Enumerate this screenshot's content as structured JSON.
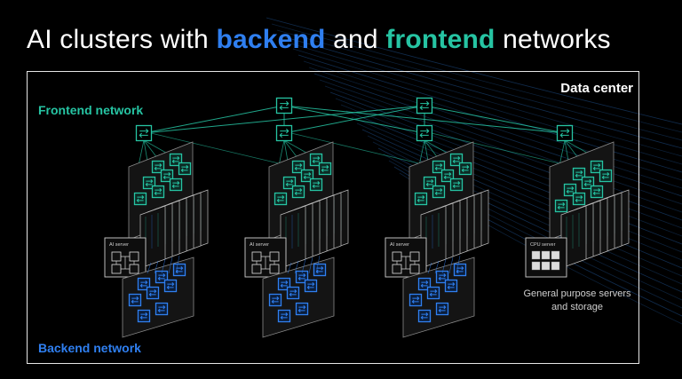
{
  "title": {
    "prefix": "AI clusters with ",
    "backend": "backend",
    "middle": " and ",
    "frontend": "frontend",
    "suffix": " networks"
  },
  "labels": {
    "data_center": "Data center",
    "frontend_network": "Frontend network",
    "backend_network": "Backend network",
    "general_purpose": "General purpose servers and storage"
  },
  "clusters": [
    {
      "type": "ai",
      "server_label": "AI server"
    },
    {
      "type": "ai",
      "server_label": "AI server"
    },
    {
      "type": "ai",
      "server_label": "AI server"
    },
    {
      "type": "cpu",
      "server_label": "CPU server"
    }
  ],
  "colors": {
    "frontend": "#26c4a3",
    "backend": "#2f7ff0",
    "frame": "#e6e6e6",
    "server_fill": "#0d0d0d",
    "server_stroke": "#cfcfcf",
    "background": "#000000"
  },
  "icons": {
    "switch": "switch-icon",
    "server": "server-icon"
  }
}
